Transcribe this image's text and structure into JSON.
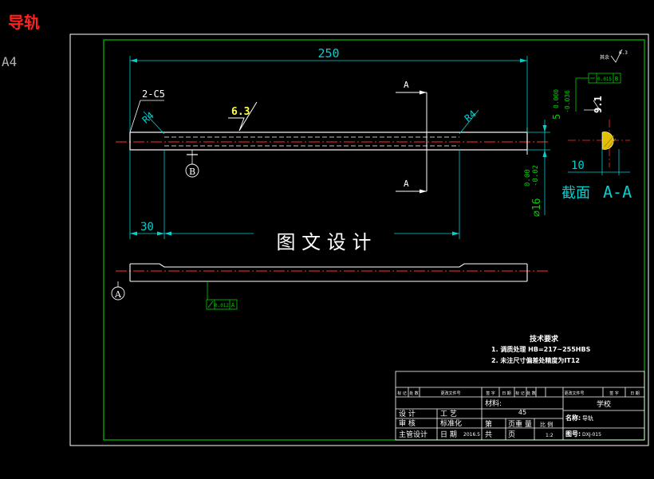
{
  "title": "导轨",
  "paper_size": "A4",
  "watermark": "图 文 设 计",
  "colors": {
    "frame": "#ffffff",
    "border": "#00c000",
    "dim": "#00d0d0",
    "center": "#ff3030",
    "part": "#ffffff",
    "label": "#00e000",
    "section_fill": "#e0c000",
    "roughness": "#ffff40"
  },
  "dimensions": {
    "length": "250",
    "chamfer": "2-C5",
    "radius_left": "R4",
    "radius_right": "R4",
    "offset": "30",
    "roughness": "6.3",
    "diameter": "⌀16",
    "diameter_tol_upper": "0.00",
    "diameter_tol_lower": "-0.02",
    "section_width": "10",
    "section_depth": "5",
    "section_tol_upper": "0.000",
    "section_tol_lower": "-0.036",
    "section_height": "9.1",
    "section_flat_tol": "0.015",
    "section_flat_datum": "B",
    "runout_tol": "0.012",
    "runout_datum": "A",
    "datum_a": "A",
    "datum_b": "B",
    "cut_a_top": "A",
    "cut_a_bottom": "A",
    "other_roughness_label": "其余",
    "other_roughness_value": "6.3"
  },
  "section": {
    "label": "截面",
    "name": "A-A"
  },
  "tech_req": {
    "heading": "技术要求",
    "items": [
      "1. 调质处理 HB=217~255HBS",
      "2. 未注尺寸偏差处精度为IT12"
    ]
  },
  "title_block": {
    "rev_headers": [
      "标 记",
      "处 数",
      "更改文件号",
      "签 字",
      "日 期",
      "标 记",
      "处 数",
      "更改文件号",
      "签 字",
      "日 期"
    ],
    "material_label": "材料:",
    "material_value": "45",
    "school": "学校",
    "design": "设 计",
    "process": "工 艺",
    "review": "审 核",
    "standard": "标准化",
    "lead": "主管设计",
    "date_label": "日 期",
    "date_value": "2016.5",
    "sheet_no": "第",
    "sheet_total": "共",
    "page": "页",
    "weight": "重 量",
    "scale": "比 例",
    "scale_value": "1:2",
    "name_label": "名称:",
    "name_value": "导轨",
    "drawing_label": "图号:",
    "drawing_value": "DXJ-015"
  }
}
